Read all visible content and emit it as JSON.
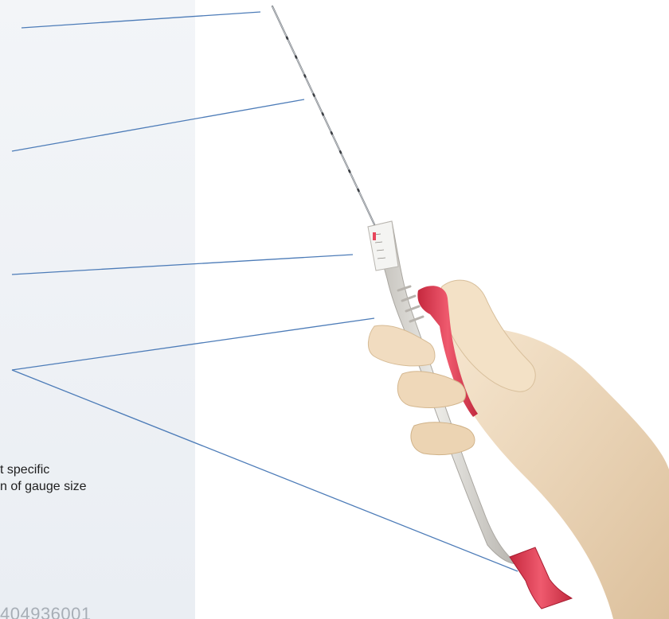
{
  "caption": {
    "line1": "t specific",
    "line2": "n of gauge size"
  },
  "part_code": "404936001",
  "colors": {
    "panel": "#eef1f5",
    "leader_line": "#4d7cb8",
    "handle": "#dcdad5",
    "accent_red": "#e8465c",
    "glove": "#f1dcc0"
  }
}
